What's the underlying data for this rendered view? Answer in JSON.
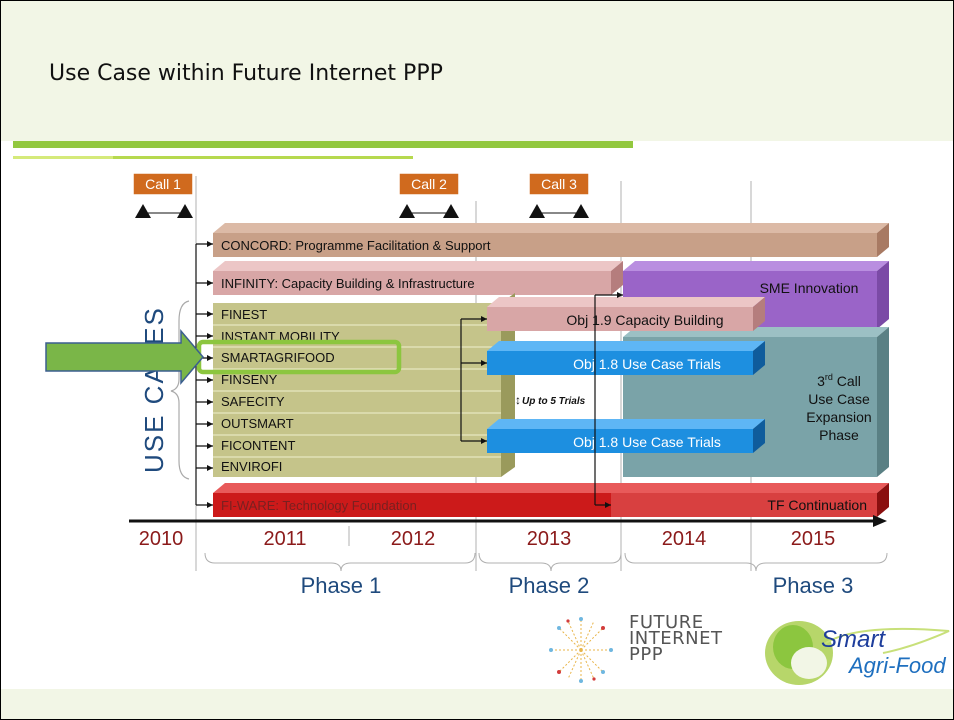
{
  "slide": {
    "title": "Use Case within Future Internet PPP"
  },
  "calls": [
    {
      "label": "Call 1"
    },
    {
      "label": "Call 2"
    },
    {
      "label": "Call 3"
    }
  ],
  "side_label": "USE CASES",
  "bars": {
    "concord": "CONCORD: Programme Facilitation & Support",
    "infinity": "INFINITY: Capacity Building & Infrastructure",
    "sme": "SME Innovation",
    "obj19": "Obj 1.9 Capacity Building",
    "obj18a": "Obj 1.8 Use Case Trials",
    "obj18b": "Obj 1.8 Use Case Trials",
    "trials_note": "Up to 5 Trials",
    "third_call": {
      "line1_main": "3",
      "line1_sup": "rd",
      "line1_rest": " Call",
      "line2": "Use Case",
      "line3": "Expansion",
      "line4": "Phase"
    },
    "fiware": "FI-WARE: Technology Foundation",
    "tf": "TF Continuation"
  },
  "use_cases": [
    "FINEST",
    "INSTANT MOBILITY",
    "SMARTAGRIFOOD",
    "FINSENY",
    "SAFECITY",
    "OUTSMART",
    "FICONTENT",
    "ENVIROFI"
  ],
  "highlighted_use_case": "SMARTAGRIFOOD",
  "years": [
    "2010",
    "2011",
    "2012",
    "2013",
    "2014",
    "2015"
  ],
  "phases": [
    "Phase 1",
    "Phase 2",
    "Phase 3"
  ],
  "logos": {
    "fi_ppp": [
      "FUTURE",
      "INTERNET",
      "PPP"
    ],
    "smart_agri_food": [
      "Smart",
      "Agri-Food"
    ]
  },
  "colors": {
    "accent_green": "#92c83e",
    "call_orange": "#d06a1e",
    "year_red": "#8b1a1a",
    "phase_blue": "#1f4a7d",
    "fiware_red": "#cc1a1a",
    "obj18_blue": "#1d8fe0",
    "sme_purple": "#9a64c8",
    "third_call_teal": "#7aa3a8",
    "use_case_olive": "#c5c48a",
    "infra_pink": "#d8a6a6",
    "concord_tan": "#c8a088"
  }
}
